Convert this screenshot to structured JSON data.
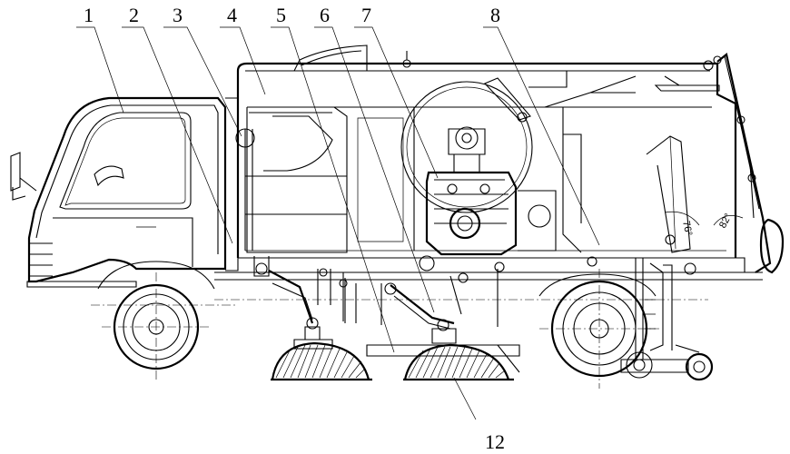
{
  "diagram": {
    "subject": "road sweeper truck side elevation",
    "callouts": [
      "1",
      "2",
      "3",
      "4",
      "5",
      "6",
      "7",
      "8",
      "12"
    ],
    "angle_labels": [
      "76°",
      "82°"
    ],
    "line_color": "#000000",
    "background": "#ffffff"
  }
}
